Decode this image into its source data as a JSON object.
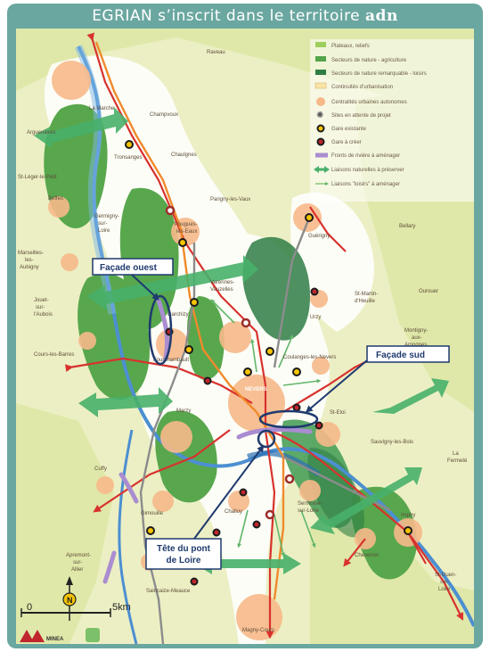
{
  "title": {
    "prefix": "EGRIAN s’inscrit dans le territoire ",
    "brand": "adn"
  },
  "legend": [
    {
      "label": "Plateaux, reliefs",
      "color": "#9ecf5c",
      "kind": "box"
    },
    {
      "label": "Secteurs de nature - agriculture",
      "color": "#54a44a",
      "kind": "box"
    },
    {
      "label": "Secteurs de nature remarquable - loisirs",
      "color": "#2f7d45",
      "kind": "box"
    },
    {
      "label": "Continuités d’urbanisation",
      "color": "#f9e3a8",
      "kind": "box"
    },
    {
      "label": "Centralités urbaines autonomes",
      "color": "#f7b98a",
      "kind": "circle"
    },
    {
      "label": "Sites en attente de projet",
      "color": "#555555",
      "kind": "star"
    },
    {
      "label": "Gare existante",
      "color": "#f5c400",
      "kind": "gare"
    },
    {
      "label": "Gare à créer",
      "color": "#c0262d",
      "kind": "gare"
    },
    {
      "label": "Fronts de rivière à aménager",
      "color": "#a98dd0",
      "kind": "line"
    },
    {
      "label": "Liaisons naturelles à préserver",
      "color": "#48b06a",
      "kind": "arrow"
    },
    {
      "label": "Liaisons \"loisirs\" à aménager",
      "color": "#84c26e",
      "kind": "thin"
    }
  ],
  "places": {
    "raveau": "Raveau",
    "la_marche": "La Marche",
    "champvoux": "Champvoux",
    "arguenieres": "Arguenières",
    "tronsanges": "Tronsanges",
    "chaulgnes": "Chaulgnes",
    "st_leger": "St-Léger-le-Petit",
    "beffes": "Beffes",
    "germigny_1": "Germigny-",
    "germigny_2": "sur-",
    "germigny_3": "Loire",
    "parigny": "Parigny-les-Vaux",
    "pougues_1": "Pougues-",
    "pougues_2": "les-Eaux",
    "guerigny": "Guérigny",
    "bellary": "Bellary",
    "marseilles_1": "Marseilles-",
    "marseilles_2": "les-",
    "marseilles_3": "Aubigny",
    "jouet_1": "Jouet-",
    "jouet_2": "sur-",
    "jouet_3": "l'Aubois",
    "varennes_1": "Varennes-",
    "varennes_2": "Vauzelles",
    "garchizy": "Garchizy",
    "urzy": "Urzy",
    "st_martin_1": "St-Martin-",
    "st_martin_2": "d'Heuille",
    "ourouer": "Ourouer",
    "cours": "Cours-les-Barres",
    "fourchambault": "Fourchambault",
    "coulanges": "Coulanges-les-Nevers",
    "montigny_1": "Montigny-",
    "montigny_2": "aux-",
    "montigny_3": "Amognes",
    "nevers": "NEVERS",
    "marzy": "Marzy",
    "st_eloi": "St-Eloi",
    "sauvigny": "Sauvigny-les-Bois",
    "fermete_1": "La",
    "fermete_2": "Fermeté",
    "cuffy": "Cuffy",
    "gimouille": "Gimouille",
    "challuy": "Challuy",
    "sermoise_1": "Sermoise-",
    "sermoise_2": "sur-Loire",
    "imphy": "Imphy",
    "chevenon": "Chevenon",
    "apremont_1": "Apremont-",
    "apremont_2": "sur-",
    "apremont_3": "Allier",
    "saincaize": "Saincaize-Meauce",
    "st_ouen_1": "St-Ouen-",
    "st_ouen_2": "sur-",
    "st_ouen_3": "Loire",
    "magny": "Magny-Cours"
  },
  "callouts": {
    "ouest": "Façade ouest",
    "sud": "Façade sud",
    "pont_1": "Tête du pont",
    "pont_2": "de Loire"
  },
  "scale": {
    "zero": "0",
    "km": "5km",
    "north": "N"
  },
  "logo": {
    "text": "MINEA"
  }
}
